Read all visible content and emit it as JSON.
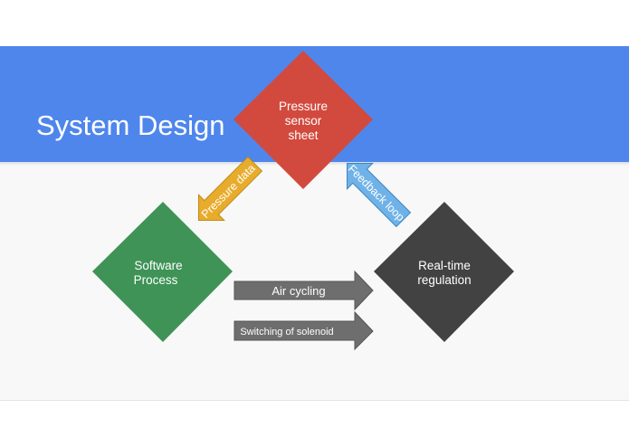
{
  "slide": {
    "title": "System Design"
  },
  "nodes": {
    "pressure_sensor": {
      "lines": [
        "Pressure",
        "sensor",
        "sheet"
      ],
      "color": "#d24a3e"
    },
    "software_process": {
      "lines": [
        "Software",
        "Process"
      ],
      "color": "#3f9357"
    },
    "realtime_regulation": {
      "lines": [
        "Real-time",
        "regulation"
      ],
      "color": "#424242"
    }
  },
  "arrows": {
    "pressure_data": {
      "label": "Pressure data",
      "color": "#e8ac2c"
    },
    "feedback_loop": {
      "label": "Feedback loop",
      "color": "#6fb2e8"
    },
    "air_cycling": {
      "label": "Air cycling",
      "color": "#6e6e6e"
    },
    "switching": {
      "label": "Switching of solenoid",
      "color": "#6e6e6e"
    }
  },
  "colors": {
    "header": "#4f86ec",
    "background": "#f8f8f8"
  }
}
